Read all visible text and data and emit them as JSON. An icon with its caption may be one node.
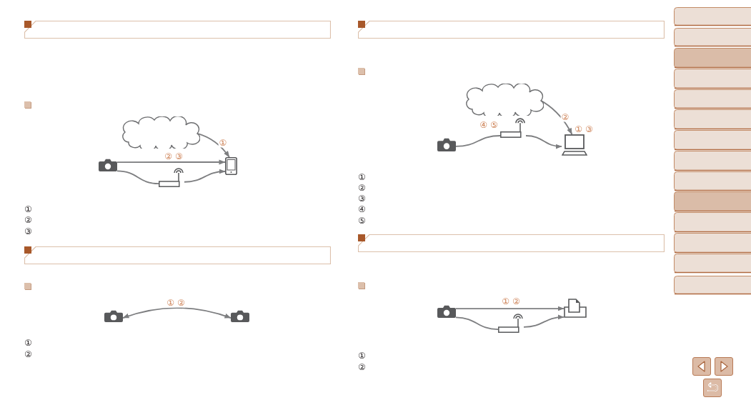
{
  "diagram": {
    "nodes": [
      {
        "text": [],
        "shape": "cloud"
      },
      {
        "text": [],
        "shape": "camera"
      },
      {
        "text": [],
        "shape": "phone"
      },
      {
        "text": [],
        "shape": "router"
      },
      {
        "text": [],
        "shape": "camera"
      },
      {
        "text": [],
        "shape": "camera"
      },
      {
        "text": [],
        "shape": "cloud"
      },
      {
        "text": [],
        "shape": "camera"
      },
      {
        "text": [],
        "shape": "router",
        "beside": [
          "④ ⑤"
        ]
      },
      {
        "text": [],
        "shape": "laptop",
        "beside": [
          "① ③"
        ]
      },
      {
        "text": [],
        "shape": "camera"
      },
      {
        "text": [],
        "shape": "printer"
      },
      {
        "text": [],
        "shape": "router"
      }
    ],
    "edges": [
      {
        "from": 0,
        "to": 2,
        "arrow": "to",
        "label": "①"
      },
      {
        "from": 1,
        "to": 2,
        "arrow": "to",
        "label": "② ③"
      },
      {
        "from": 1,
        "to": 3,
        "arrow": "none"
      },
      {
        "from": 3,
        "to": 2,
        "arrow": "to"
      },
      {
        "from": 4,
        "to": 5,
        "arrow": "both",
        "label": "① ②"
      },
      {
        "from": 6,
        "to": 9,
        "arrow": "to",
        "label": "②"
      },
      {
        "from": 7,
        "to": 8,
        "arrow": "none"
      },
      {
        "from": 8,
        "to": 9,
        "arrow": "to"
      },
      {
        "from": 10,
        "to": 11,
        "arrow": "to",
        "label": "① ②"
      },
      {
        "from": 10,
        "to": 12,
        "arrow": "none"
      },
      {
        "from": 12,
        "to": 11,
        "arrow": "to"
      }
    ],
    "labels": [
      "①",
      "②",
      "③",
      "①",
      "②",
      "①",
      "②",
      "③",
      "④",
      "⑤",
      "①",
      "②"
    ]
  }
}
